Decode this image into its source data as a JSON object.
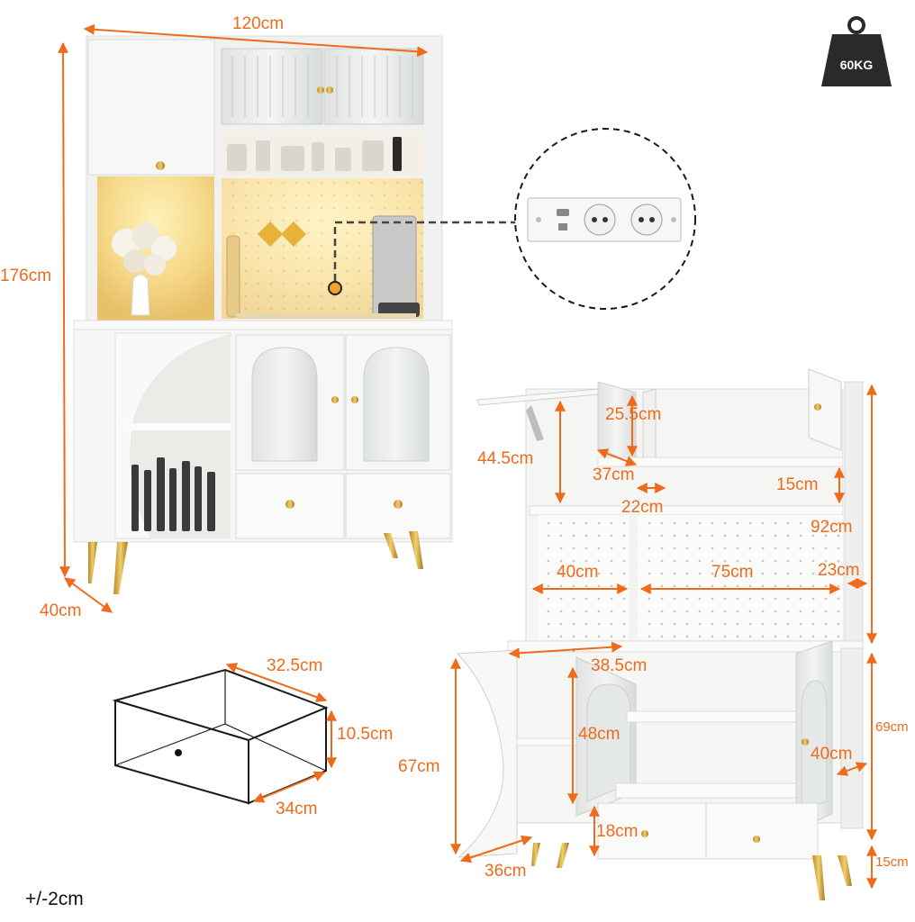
{
  "accent_color": "#ef6a1b",
  "cabinet_color": "#f4f4f2",
  "outline_color": "#1a1a1a",
  "dimensions": {
    "overall_width": "120cm",
    "overall_height": "176cm",
    "overall_depth": "40cm",
    "drawer_width": "32.5cm",
    "drawer_height": "10.5cm",
    "drawer_depth": "34cm",
    "top_door_height": "44.5cm",
    "top_door_width": "25.5cm",
    "top_shelf_depth": "37cm",
    "gap_small": "22cm",
    "shelf_gap": "15cm",
    "hutch_height": "92cm",
    "left_section_width": "40cm",
    "center_section_width": "75cm",
    "side_depth": "23cm",
    "counter_depth": "38.5cm",
    "base_height": "67cm",
    "inner_door_height": "48cm",
    "leg_height_inner": "18cm",
    "base_depth": "36cm",
    "lower_cabinet_height": "69cm",
    "lower_door_depth": "40cm",
    "leg_height": "15cm"
  },
  "weight_badge": "60KG",
  "tolerance": "+/-2cm",
  "icons": [
    "weight-icon",
    "socket-icon",
    "usb-icon",
    "pointer-dot-icon"
  ]
}
